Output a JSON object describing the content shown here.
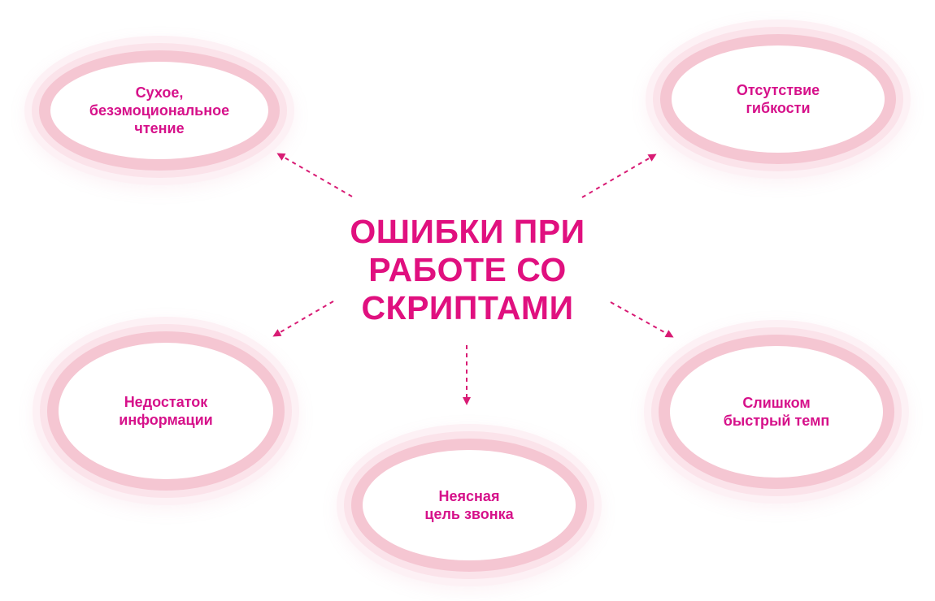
{
  "title": "ОШИБКИ ПРИ\nРАБОТЕ СО\nСКРИПТАМИ",
  "nodes": {
    "dry_reading": "Сухое,\nбезэмоциональное\nчтение",
    "no_flexibility": "Отсутствие\nгибкости",
    "lack_of_info": "Недостаток\nинформации",
    "too_fast": "Слишком\nбыстрый темп",
    "unclear_goal": "Неясная\nцель звонка"
  },
  "colors": {
    "accent": "#e0107f",
    "node_text": "#d6118a",
    "ring": "#f5c6d2",
    "halo": "#fbe3ea"
  }
}
